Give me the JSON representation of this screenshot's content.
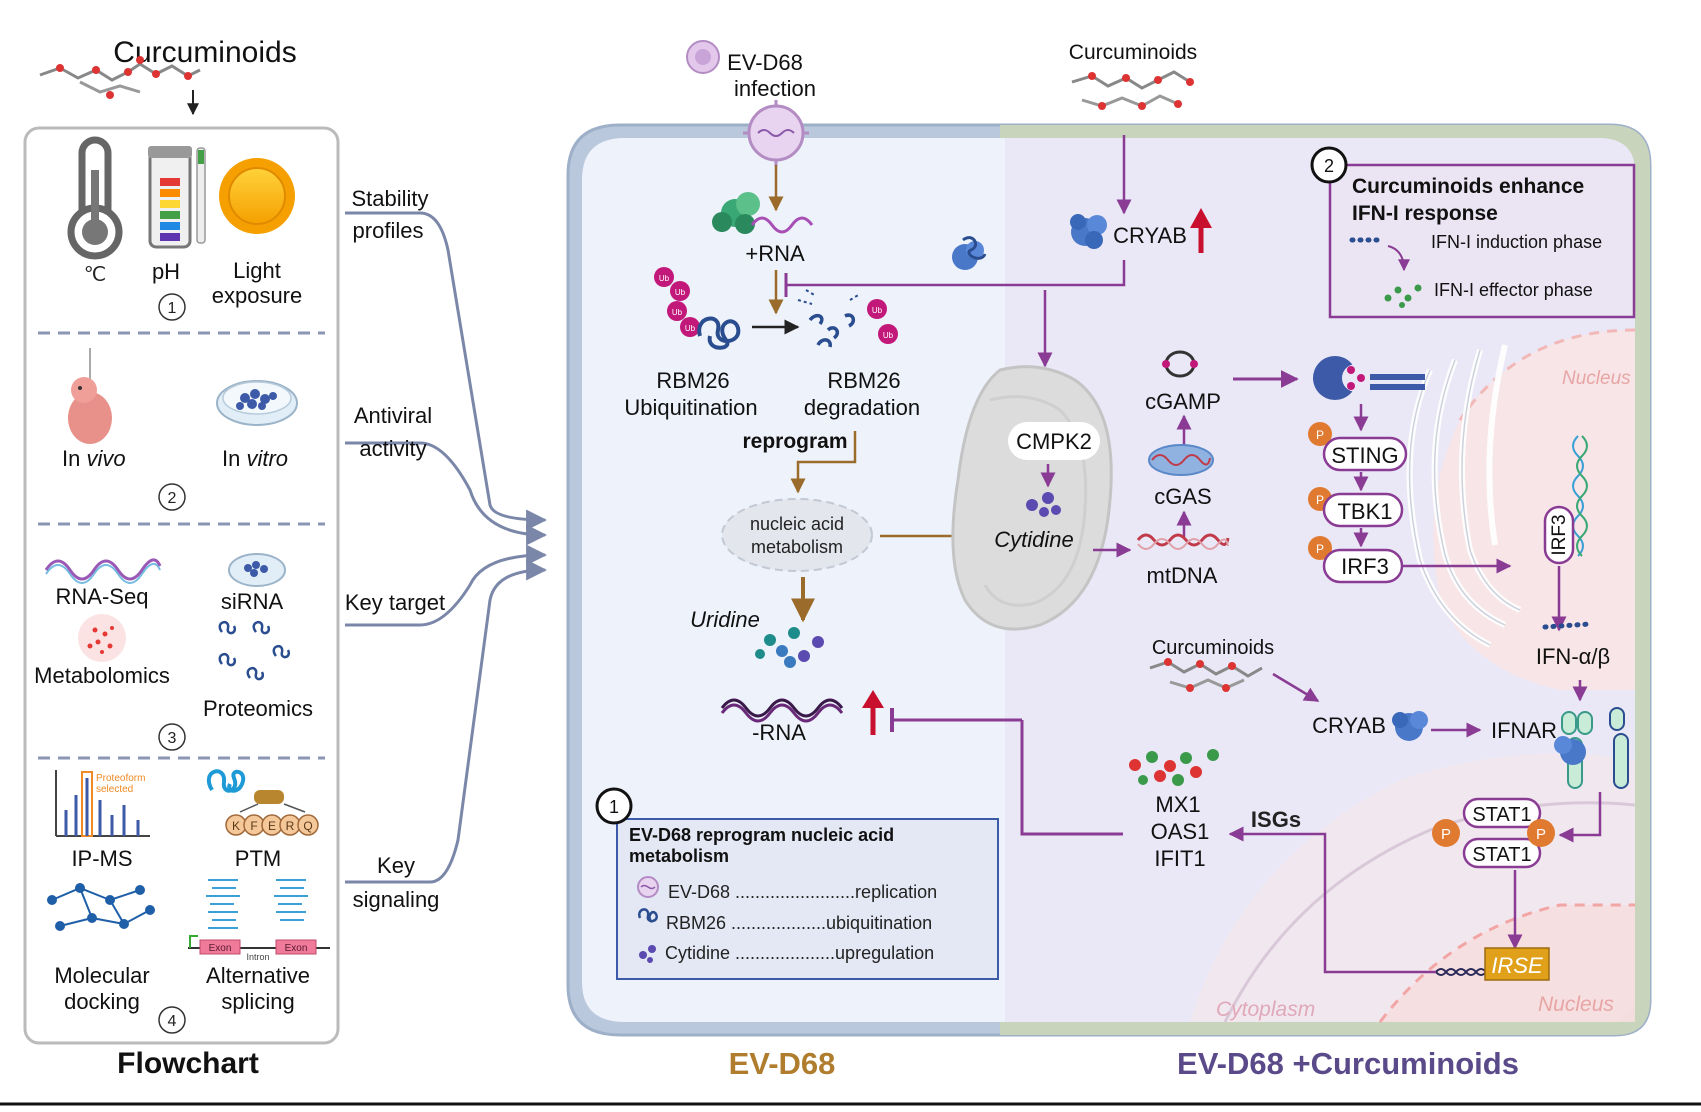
{
  "flowchart": {
    "top_title": "Curcuminoids",
    "degree_symbol": "℃",
    "ph_label": "pH",
    "light_label": "Light",
    "light_label2": "exposure",
    "step1": "1",
    "in_label": "In",
    "vivo_label": "vivo",
    "vitro_label": "vitro",
    "step2": "2",
    "rnaseq_label": "RNA-Seq",
    "sirna_label": "siRNA",
    "metabolomics_label": "Metabolomics",
    "proteomics_label": "Proteomics",
    "step3": "3",
    "proteoform_label": "Proteoform",
    "selected_label": "selected",
    "ipms_label": "IP-MS",
    "ptm_label": "PTM",
    "ptm_letters": [
      "K",
      "F",
      "E",
      "R",
      "Q"
    ],
    "docking_label": "Molecular",
    "docking_label2": "docking",
    "exon_label": "Exon",
    "intron_label": "Intron",
    "splicing_label": "Alternative",
    "splicing_label2": "splicing",
    "step4": "4",
    "bottom_title": "Flowchart"
  },
  "connectors": {
    "stability1": "Stability",
    "stability2": "profiles",
    "antiviral1": "Antiviral",
    "antiviral2": "activity",
    "target": "Key target",
    "signaling1": "Key",
    "signaling2": "signaling"
  },
  "left_panel": {
    "infection1": "EV-D68",
    "infection2": "infection",
    "plus_rna": "+RNA",
    "rbm26_ub1": "RBM26",
    "rbm26_ub2": "Ubiquitination",
    "rbm26_deg1": "RBM26",
    "rbm26_deg2": "degradation",
    "ub": "Ub",
    "reprogram": "reprogram",
    "nucleic1": "nucleic acid",
    "nucleic2": "metabolism",
    "uridine": "Uridine",
    "minus_rna": "-RNA",
    "bottom_label": "EV-D68"
  },
  "legend1": {
    "num": "1",
    "title1": "EV-D68  reprogram nucleic acid",
    "title2": "metabolism",
    "row1": "EV-D68 ........................replication",
    "row2": "RBM26 ...................ubiquitination",
    "row3": "Cytidine ....................upregulation"
  },
  "right_panel": {
    "curcuminoids_top": "Curcuminoids",
    "cryab_top": "CRYAB",
    "cmpk2": "CMPK2",
    "cytidine": "Cytidine",
    "cgamp": "cGAMP",
    "cgas": "cGAS",
    "mtdna": "mtDNA",
    "sting": "STING",
    "tbk1": "TBK1",
    "irf3": "IRF3",
    "irf3_vertical": "IRF3",
    "p": "P",
    "nucleus_top": "Nucleus",
    "ifn": "IFN-α/β",
    "curcuminoids_mid": "Curcuminoids",
    "cryab_mid": "CRYAB",
    "ifnar": "IFNAR",
    "stat1a": "STAT1",
    "stat1b": "STAT1",
    "isgs": "ISGs",
    "mx1": "MX1",
    "oas1": "OAS1",
    "ifit1": "IFIT1",
    "irse": "IRSE",
    "cytoplasm": "Cytoplasm",
    "nucleus_bottom": "Nucleus",
    "bottom_label": "EV-D68 +Curcuminoids"
  },
  "legend2": {
    "num": "2",
    "title1": "Curcuminoids enhance",
    "title2": "IFN-I response",
    "row1": "IFN-I induction phase",
    "row2": "IFN-I effector phase"
  },
  "colors": {
    "brown": "#9a6b2a",
    "purple": "#8a3c94",
    "slate": "#7b87a8",
    "ev_label": "#b07d2e",
    "cur_label": "#5a4a8a",
    "red": "#c8102e"
  }
}
